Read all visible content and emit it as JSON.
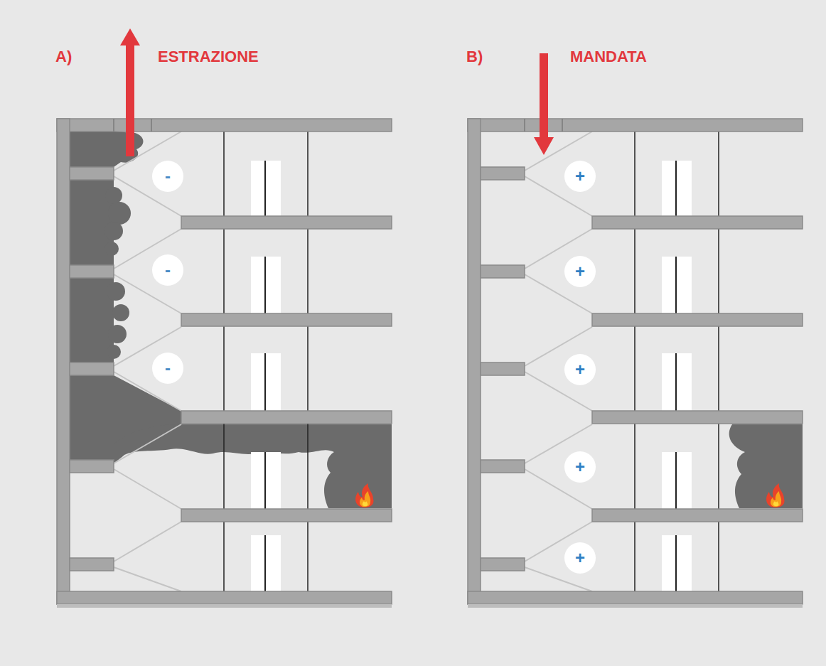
{
  "diagram": {
    "nodes": [
      {
        "text": [
          "-"
        ]
      },
      {
        "text": [
          "-"
        ]
      },
      {
        "text": [
          "-"
        ]
      },
      {
        "text": [
          "+"
        ]
      },
      {
        "text": [
          "+"
        ]
      },
      {
        "text": [
          "+"
        ]
      },
      {
        "text": [
          "+"
        ]
      },
      {
        "text": [
          "+"
        ]
      }
    ],
    "edges": [],
    "labels": [
      "A)",
      "ESTRAZIONE",
      "B)",
      "MANDATA"
    ]
  }
}
